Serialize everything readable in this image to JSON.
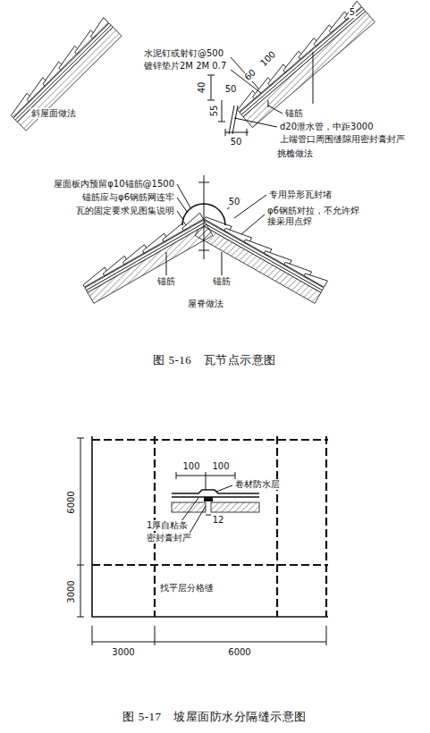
{
  "diagram": {
    "labels": [
      "斜屋面做法",
      "水泥钉或射钉@500",
      "镀锌垫片2M 2M 0.7",
      "60",
      "100",
      "5",
      "40",
      "55",
      "50",
      "50",
      "锚筋",
      "d20泄水管，中距3000",
      "上端管口周围缝隙用密封膏封严",
      "挑檐做法",
      "屋面板内预留φ10锚筋@1500",
      "锚筋应与φ6钢筋网连牢",
      "瓦的固定要求见图集说明",
      "专用异形瓦封堵",
      "50",
      "φ6钢筋对拉，不允许焊接采用点焊",
      "锚筋",
      "锚筋",
      "屋脊做法",
      "图 5-16　瓦节点示意图",
      "6000",
      "3000",
      "3000",
      "6000",
      "100",
      "100",
      "卷材防水层",
      "1厚自粘条",
      "密封膏封严",
      "12",
      "找平层分格缝",
      "图 5-17　坡屋面防水分隔缝示意图"
    ]
  }
}
